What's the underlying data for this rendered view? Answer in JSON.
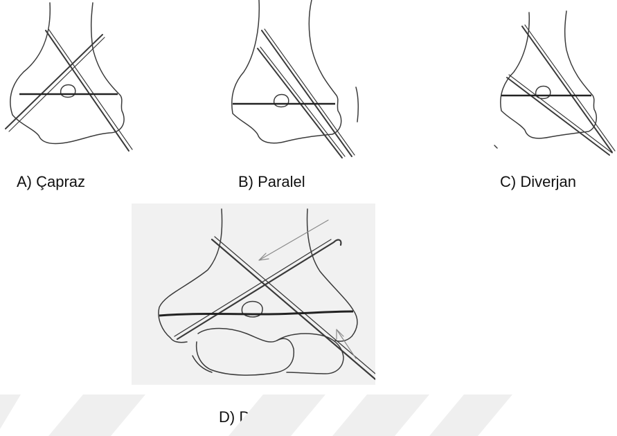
{
  "labels": {
    "a": "A) Çapraz",
    "b": "B) Paralel",
    "c": "C) Diverjan",
    "d": "D) Dorgan"
  },
  "colors": {
    "stroke": "#3a3a3a",
    "physis_line": "#222222",
    "panel_d_background": "#f1f1f1",
    "watermark": "#efefef"
  }
}
